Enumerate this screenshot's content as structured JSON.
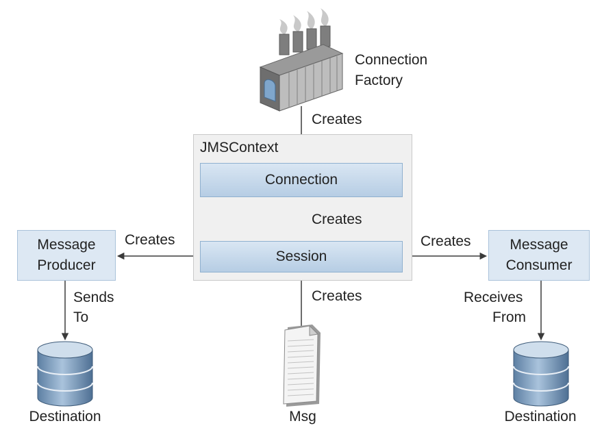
{
  "factory": {
    "label_line1": "Connection",
    "label_line2": "Factory"
  },
  "container": {
    "label": "JMSContext"
  },
  "connection": {
    "label": "Connection"
  },
  "session": {
    "label": "Session"
  },
  "producer": {
    "line1": "Message",
    "line2": "Producer"
  },
  "consumer": {
    "line1": "Message",
    "line2": "Consumer"
  },
  "edges": {
    "factory_to_connection": "Creates",
    "connection_to_session": "Creates",
    "session_to_producer": "Creates",
    "session_to_consumer": "Creates",
    "session_to_msg": "Creates",
    "producer_sends_line1": "Sends",
    "producer_sends_line2": "To",
    "consumer_receives_line1": "Receives",
    "consumer_receives_line2": "From"
  },
  "destination_left": {
    "label": "Destination"
  },
  "destination_right": {
    "label": "Destination"
  },
  "msg": {
    "label": "Msg"
  },
  "colors": {
    "box_fill": "#dde8f3",
    "bar_fill": "#c7d9ec",
    "container_fill": "#f0f0f0",
    "line": "#3a3a3a"
  },
  "icons": [
    "factory-icon",
    "database-icon",
    "document-icon"
  ]
}
